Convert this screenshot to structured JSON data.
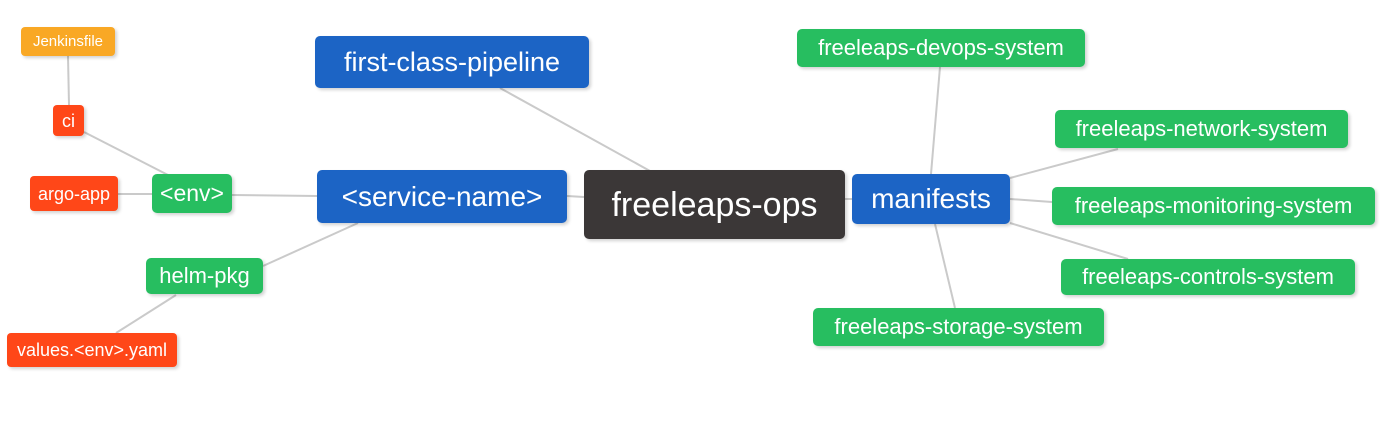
{
  "palette": {
    "blue": "#1c64c5",
    "green": "#27be60",
    "orange": "#f9a825",
    "red": "#ff4718",
    "dark": "#3b3737",
    "edge": "#cacaca",
    "text": "#ffffff",
    "background": "#ffffff"
  },
  "nodes": {
    "freeleaps_ops": {
      "label": "freeleaps-ops",
      "color": "dark"
    },
    "first_class_pipeline": {
      "label": "first-class-pipeline",
      "color": "blue"
    },
    "service_name": {
      "label": "<service-name>",
      "color": "blue"
    },
    "manifests": {
      "label": "manifests",
      "color": "blue"
    },
    "env": {
      "label": "<env>",
      "color": "green"
    },
    "helm_pkg": {
      "label": "helm-pkg",
      "color": "green"
    },
    "ci": {
      "label": "ci",
      "color": "red"
    },
    "argo_app": {
      "label": "argo-app",
      "color": "red"
    },
    "values_env_yaml": {
      "label": "values.<env>.yaml",
      "color": "red"
    },
    "jenkinsfile": {
      "label": "Jenkinsfile",
      "color": "orange"
    },
    "devops_system": {
      "label": "freeleaps-devops-system",
      "color": "green"
    },
    "network_system": {
      "label": "freeleaps-network-system",
      "color": "green"
    },
    "monitoring_system": {
      "label": "freeleaps-monitoring-system",
      "color": "green"
    },
    "controls_system": {
      "label": "freeleaps-controls-system",
      "color": "green"
    },
    "storage_system": {
      "label": "freeleaps-storage-system",
      "color": "green"
    }
  },
  "edges": [
    {
      "from": "Jenkinsfile",
      "to": "ci"
    },
    {
      "from": "ci",
      "to": "<env>"
    },
    {
      "from": "argo-app",
      "to": "<env>"
    },
    {
      "from": "<env>",
      "to": "<service-name>"
    },
    {
      "from": "helm-pkg",
      "to": "<service-name>"
    },
    {
      "from": "values.<env>.yaml",
      "to": "helm-pkg"
    },
    {
      "from": "first-class-pipeline",
      "to": "freeleaps-ops"
    },
    {
      "from": "<service-name>",
      "to": "freeleaps-ops"
    },
    {
      "from": "freeleaps-ops",
      "to": "manifests"
    },
    {
      "from": "freeleaps-devops-system",
      "to": "manifests"
    },
    {
      "from": "manifests",
      "to": "freeleaps-network-system"
    },
    {
      "from": "manifests",
      "to": "freeleaps-monitoring-system"
    },
    {
      "from": "manifests",
      "to": "freeleaps-controls-system"
    },
    {
      "from": "manifests",
      "to": "freeleaps-storage-system"
    }
  ]
}
